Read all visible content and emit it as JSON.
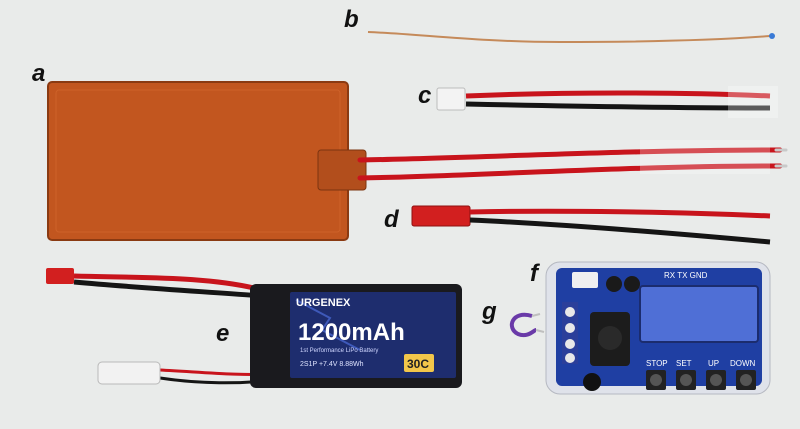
{
  "labels": {
    "a": "a",
    "b": "b",
    "c": "c",
    "d": "d",
    "e": "e",
    "f": "f",
    "g": "g"
  },
  "battery": {
    "brand": "URGENEX",
    "capacity": "1200mAh",
    "subtitle": "1st Performance LiPo Battery",
    "specs": "2S1P +7.4V 8.88Wh",
    "c_rating": "30C"
  },
  "controller": {
    "header_pins": "RX TX GND",
    "buttons": [
      "STOP",
      "SET",
      "UP",
      "DOWN"
    ]
  },
  "colors": {
    "background": "#e9ebea",
    "heater_pad": "#c2561f",
    "wire_red": "#c8141c",
    "wire_black": "#151515",
    "pcb": "#1f3fa3",
    "lcd": "#4f6fd6",
    "battery_body": "#1a1a1e"
  }
}
